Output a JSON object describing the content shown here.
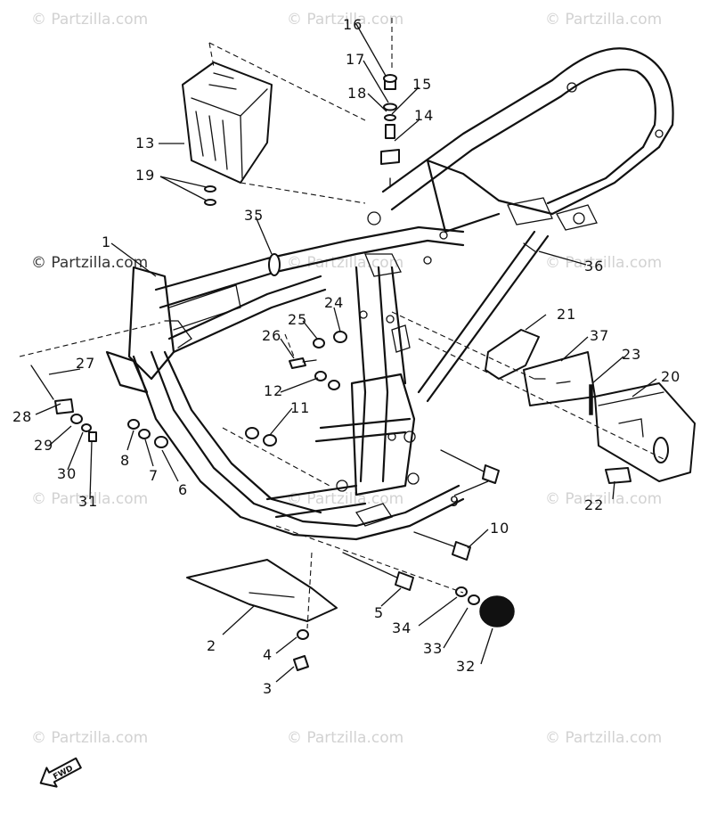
{
  "watermark": "© Partzilla.com",
  "callouts": [
    "1",
    "2",
    "3",
    "4",
    "5",
    "6",
    "7",
    "8",
    "9",
    "10",
    "11",
    "12",
    "13",
    "14",
    "15",
    "16",
    "17",
    "18",
    "19",
    "20",
    "21",
    "22",
    "23",
    "24",
    "25",
    "26",
    "27",
    "28",
    "29",
    "30",
    "31",
    "32",
    "33",
    "34",
    "35",
    "36",
    "37"
  ],
  "fwd_label": "FWD"
}
